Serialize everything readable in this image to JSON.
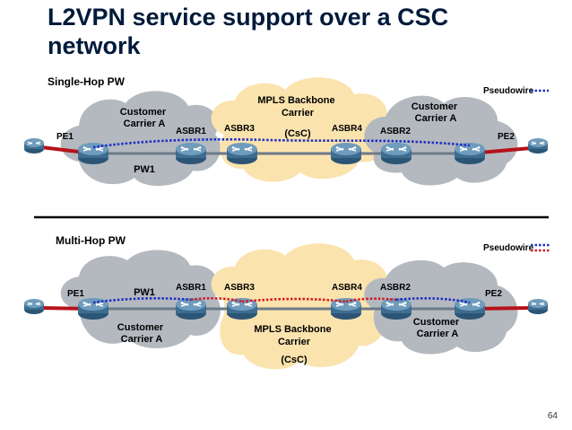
{
  "title": "L2VPN service support over a CSC network",
  "page_number": "64",
  "colors": {
    "customer_cloud": "#b4b9bf",
    "backbone_cloud": "#fbe3ae",
    "router_body": "#3d6d90",
    "access_link": "#b5121b",
    "pseudowire_blue": "#1f2fc2",
    "pseudowire_red": "#d11a24",
    "title": "#001a3a"
  },
  "icons": [
    "router-icon"
  ],
  "single_hop": {
    "heading": "Single-Hop PW",
    "legend_label": "Pseudowire",
    "customer_a_left": "Customer\nCarrier A",
    "customer_a_right": "Customer\nCarrier A",
    "backbone": "MPLS Backbone\nCarrier",
    "csc": "(CsC)",
    "pw_label": "PW1",
    "routers": {
      "pe1": "PE1",
      "asbr1": "ASBR1",
      "asbr3": "ASBR3",
      "asbr4": "ASBR4",
      "asbr2": "ASBR2",
      "pe2": "PE2"
    }
  },
  "multi_hop": {
    "heading": "Multi-Hop PW",
    "legend_label": "Pseudowire",
    "customer_a_left": "Customer\nCarrier A",
    "customer_a_right": "Customer\nCarrier A",
    "backbone": "MPLS Backbone\nCarrier",
    "csc": "(CsC)",
    "pw_label": "PW1",
    "routers": {
      "pe1": "PE1",
      "asbr1": "ASBR1",
      "asbr3": "ASBR3",
      "asbr4": "ASBR4",
      "asbr2": "ASBR2",
      "pe2": "PE2"
    }
  }
}
